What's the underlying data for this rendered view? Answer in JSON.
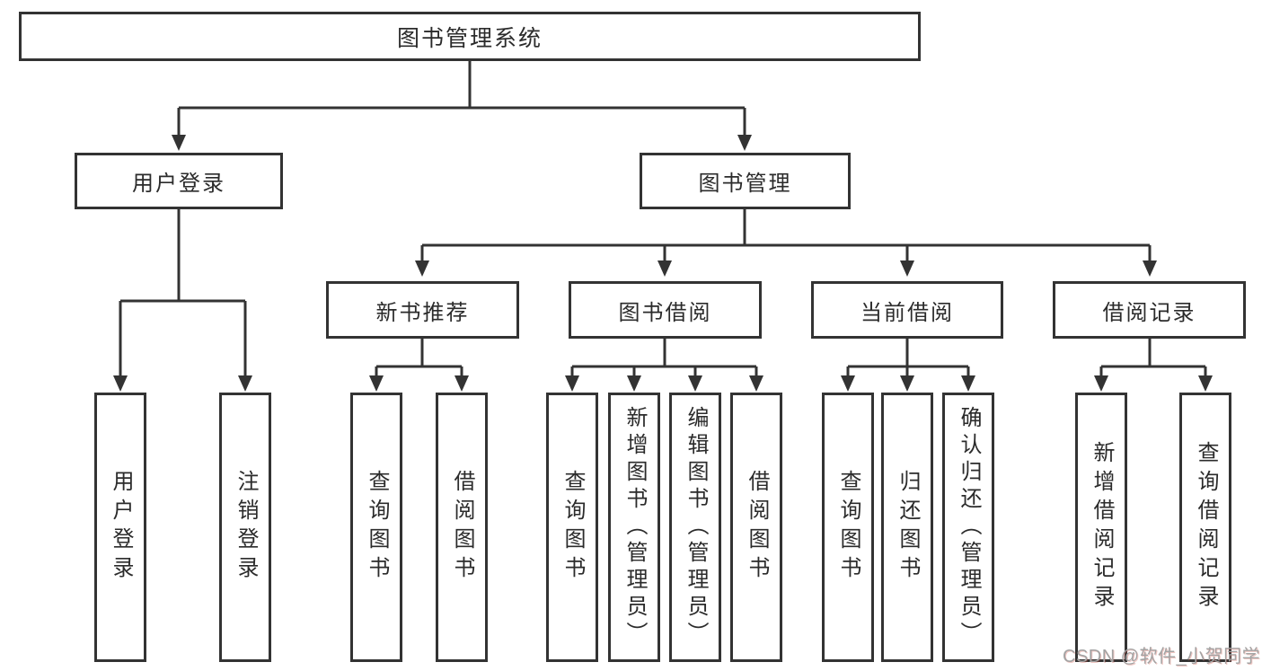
{
  "tree": {
    "root": "图书管理系统",
    "branches": [
      {
        "label": "用户登录",
        "children": [
          "用户登录",
          "注销登录"
        ]
      },
      {
        "label": "图书管理",
        "groups": [
          {
            "label": "新书推荐",
            "children": [
              "查询图书",
              "借阅图书"
            ]
          },
          {
            "label": "图书借阅",
            "children": [
              "查询图书",
              "新增图书（管理员）",
              "编辑图书（管理员）",
              "借阅图书"
            ]
          },
          {
            "label": "当前借阅",
            "children": [
              "查询图书",
              "归还图书",
              "确认归还（管理员）"
            ]
          },
          {
            "label": "借阅记录",
            "children": [
              "新增借阅记录",
              "查询借阅记录"
            ]
          }
        ]
      }
    ]
  },
  "watermark": {
    "text": "CSDN @软件_小贺同学"
  },
  "colors": {
    "line": "#333333",
    "text": "#2b2b2b",
    "watermark": "#a3a3a3",
    "background": "#ffffff"
  }
}
